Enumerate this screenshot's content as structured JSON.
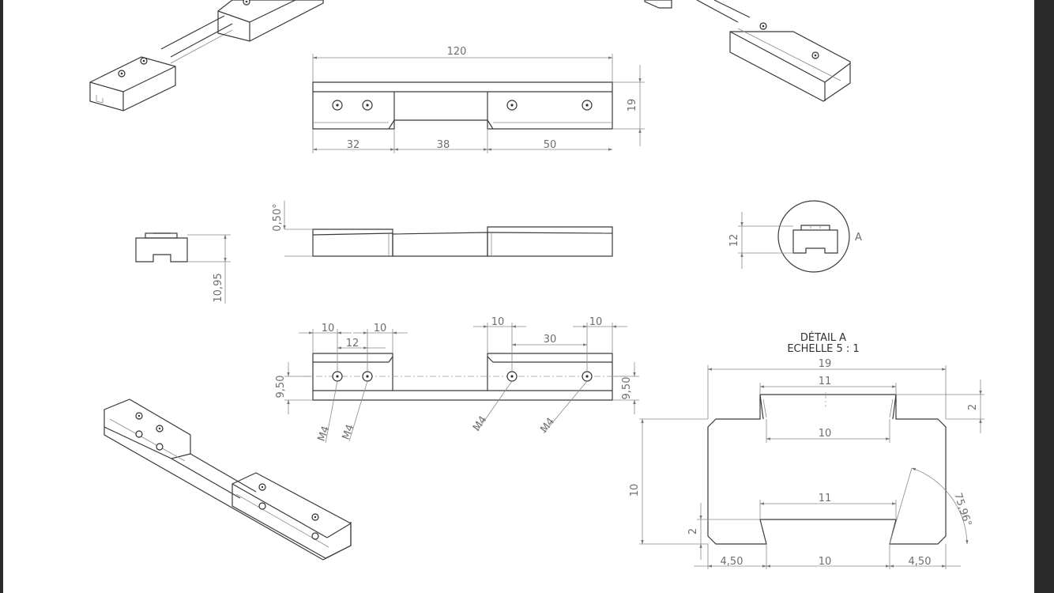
{
  "top_view": {
    "total_length": "120",
    "height": "19",
    "segments": [
      "32",
      "38",
      "50"
    ]
  },
  "side_view": {
    "angle": "0,50°",
    "end_height": "10,95"
  },
  "end_view": {
    "height": "12",
    "detail_label": "A"
  },
  "bottom_view": {
    "hole_spacing_left": [
      "10",
      "10"
    ],
    "left_pair": "12",
    "right_offset": "10",
    "right_spacing": "30",
    "right_end": "10",
    "row_offset_left": "9,50",
    "row_offset_right": "9,50",
    "thread_labels": [
      "M4",
      "M4",
      "M4",
      "M4"
    ]
  },
  "detail": {
    "title": "DÉTAIL A",
    "scale": "ECHELLE 5 : 1",
    "width": "19",
    "top_width": "11",
    "top_depth": "2",
    "inner_width": "10",
    "height": "10",
    "bottom_width": "11",
    "bottom_depth": "2",
    "angle": "75,96°",
    "bottom_dims": [
      "4,50",
      "10",
      "4,50"
    ]
  }
}
